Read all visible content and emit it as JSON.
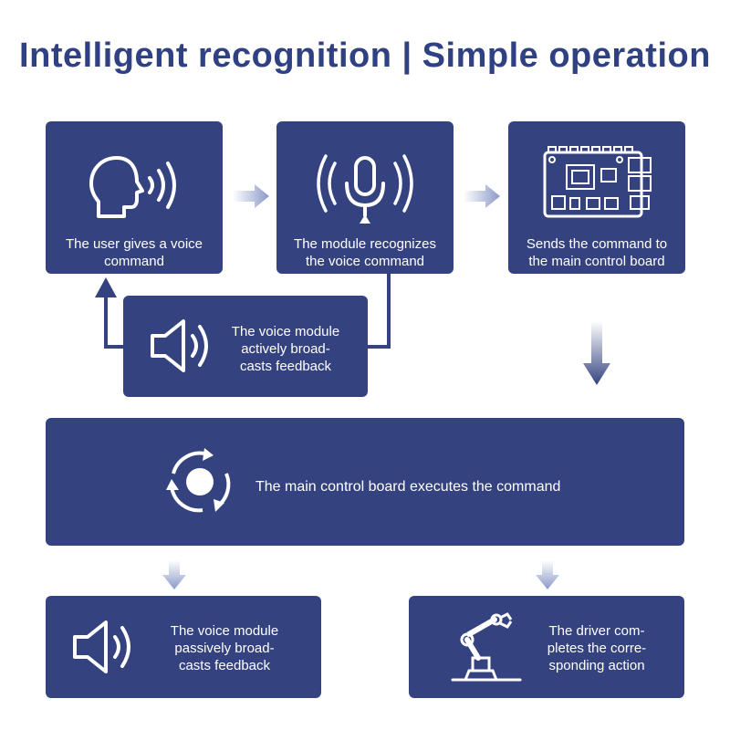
{
  "title": "Intelligent recognition | Simple operation",
  "steps": {
    "user_command": {
      "line1": "The user gives a voice",
      "line2": "command",
      "icon": "speaking-head-icon"
    },
    "module_recognizes": {
      "line1": "The module recognizes",
      "line2": "the voice command",
      "icon": "microphone-icon"
    },
    "send_command": {
      "line1": "Sends the command to",
      "line2": "the main control board",
      "icon": "circuit-board-icon"
    },
    "active_feedback": {
      "line1": "The voice module",
      "line2": "actively broad-",
      "line3": "casts feedback",
      "icon": "speaker-icon"
    },
    "execute": {
      "text": "The main control board executes the command",
      "icon": "refresh-cycle-icon"
    },
    "passive_feedback": {
      "line1": "The voice module",
      "line2": "passively broad-",
      "line3": "casts feedback",
      "icon": "speaker-icon"
    },
    "driver_action": {
      "line1": "The driver com-",
      "line2": "pletes the corre-",
      "line3": "sponding action",
      "icon": "robot-arm-icon"
    }
  },
  "colors": {
    "box": "#34437f",
    "title": "#2f4182",
    "arrow": "#8a99c8"
  }
}
